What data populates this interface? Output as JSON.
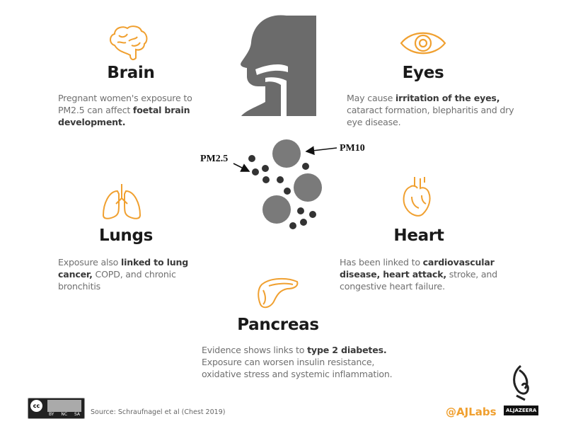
{
  "colors": {
    "accent": "#f0a030",
    "head": "#6b6b6b",
    "pm10": "#7a7a7a",
    "pm25": "#333333"
  },
  "brain": {
    "title": "Brain",
    "desc": [
      "Pregnant women's exposure to PM2.5 can affect ",
      "foetal brain development."
    ]
  },
  "eyes": {
    "title": "Eyes",
    "desc": [
      "May cause ",
      "irritation of the eyes,",
      " cataract formation, blepharitis and dry eye disease."
    ]
  },
  "lungs": {
    "title": "Lungs",
    "desc": [
      "Exposure also ",
      "linked to lung cancer,",
      " COPD, and chronic bronchitis"
    ]
  },
  "heart": {
    "title": "Heart",
    "desc": [
      "Has been linked to ",
      "cardiovascular disease, heart attack,",
      " stroke, and congestive heart failure."
    ]
  },
  "pancreas": {
    "title": "Pancreas",
    "desc": [
      "Evidence shows links to ",
      "type 2 diabetes.",
      "Exposure can worsen insulin resistance, oxidative stress and systemic inflammation."
    ]
  },
  "particles": {
    "pm10_label": "PM10",
    "pm25_label": "PM2.5"
  },
  "footer": {
    "license": "CC BY NC SA",
    "license_parts": [
      "BY",
      "NC",
      "SA"
    ],
    "source": "Source: Schraufnagel et al (Chest 2019)",
    "handle": "@AJLabs",
    "brand": "ALJAZEERA"
  }
}
